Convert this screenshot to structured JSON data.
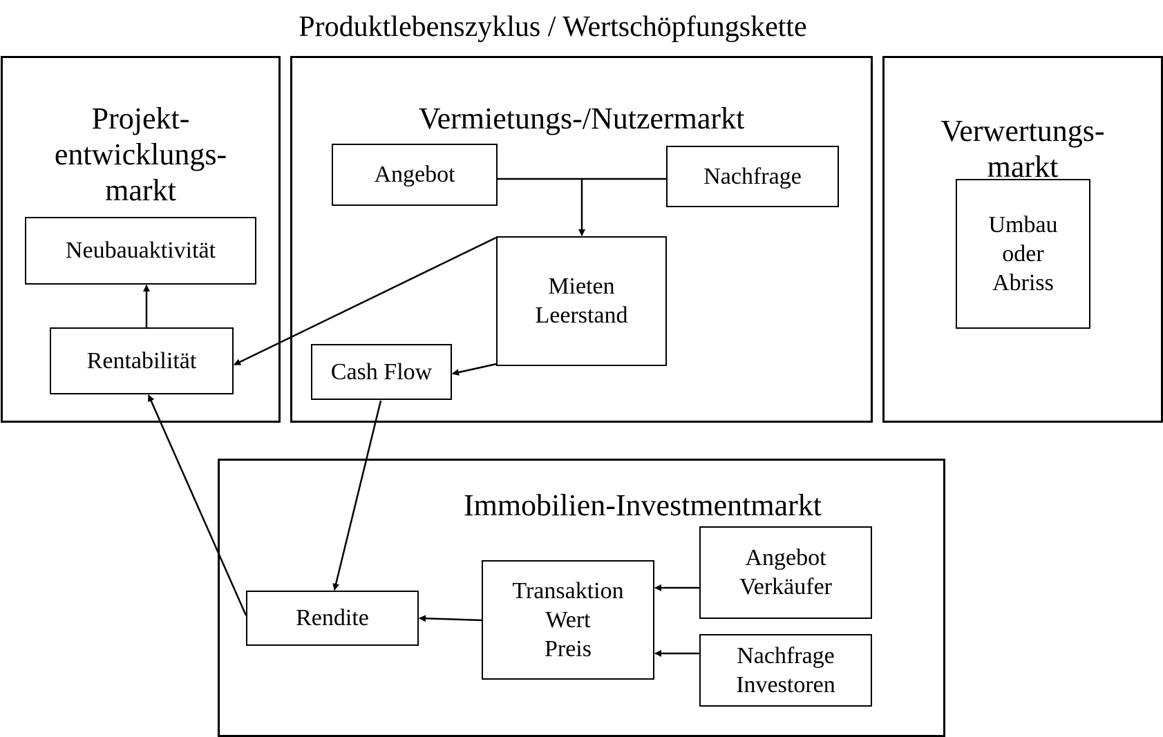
{
  "title": "Produktlebenszyklus / Wertschöpfungskette",
  "panels": {
    "projekt": {
      "title": "Projekt-\nentwicklungs-\nmarkt",
      "neubau": "Neubauaktivität",
      "rentabilitaet": "Rentabilität"
    },
    "vermietung": {
      "title": "Vermietungs-/Nutzermarkt",
      "angebot": "Angebot",
      "nachfrage": "Nachfrage",
      "mieten": "Mieten\nLeerstand",
      "cashflow": "Cash Flow"
    },
    "verwertung": {
      "title": "Verwertungs-\nmarkt",
      "umbau": "Umbau\noder\nAbriss"
    },
    "investment": {
      "title": "Immobilien-Investmentmarkt",
      "rendite": "Rendite",
      "transaktion": "Transaktion\nWert\nPreis",
      "angebot_verkaeufer": "Angebot\nVerkäufer",
      "nachfrage_investoren": "Nachfrage\nInvestoren"
    }
  }
}
